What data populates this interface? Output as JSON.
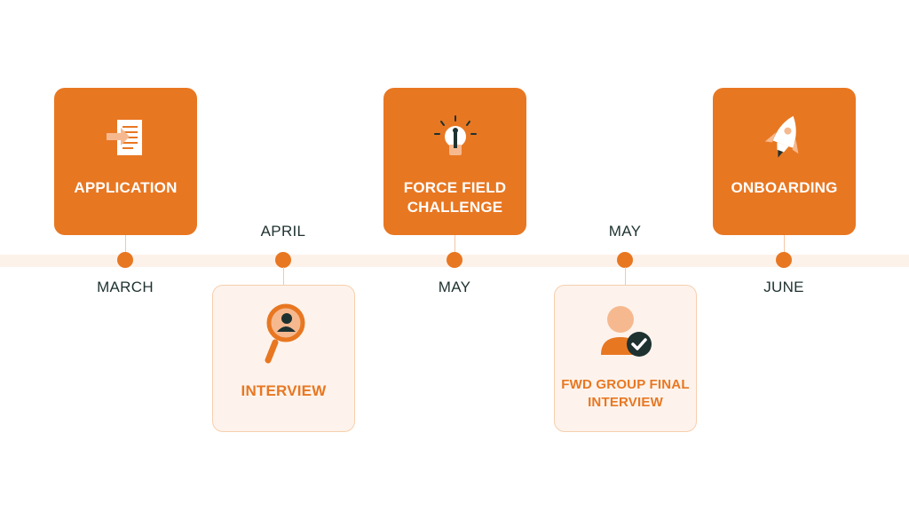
{
  "colors": {
    "accent": "#e87722",
    "light_bg": "#fdf3ec",
    "month_text": "#1e3230"
  },
  "steps": [
    {
      "label": "APPLICATION",
      "month": "MARCH",
      "icon": "document-arrow-icon"
    },
    {
      "label": "INTERVIEW",
      "month": "APRIL",
      "icon": "magnifier-person-icon"
    },
    {
      "label": "FORCE FIELD CHALLENGE",
      "month": "MAY",
      "icon": "lightbulb-icon"
    },
    {
      "label": "FWD GROUP FINAL INTERVIEW",
      "month": "MAY",
      "icon": "person-check-icon"
    },
    {
      "label": "ONBOARDING",
      "month": "JUNE",
      "icon": "rocket-icon"
    }
  ]
}
